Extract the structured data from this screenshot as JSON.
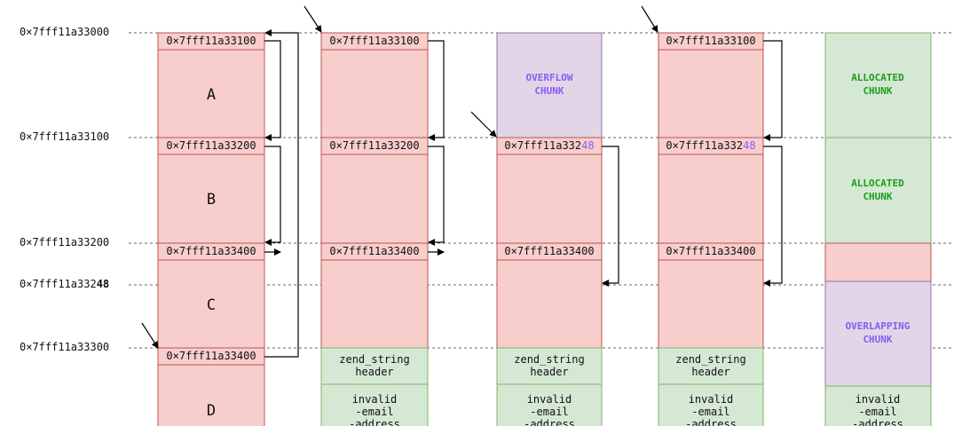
{
  "addresses": {
    "a3000": "0×7fff11a33000",
    "a3100": "0×7fff11a33100",
    "a3200": "0×7fff11a33200",
    "a3248_prefix": "0×7fff11a332",
    "a3248_suffix": "48",
    "a3300": "0×7fff11a33300"
  },
  "pointers": {
    "p3100": "0×7fff11a33100",
    "p3200": "0×7fff11a33200",
    "p3400": "0×7fff11a33400",
    "p3248_prefix": "0×7fff11a332",
    "p3248_suffix": "48"
  },
  "chunk_letters": {
    "a": "A",
    "b": "B",
    "c": "C",
    "d": "D"
  },
  "labels": {
    "overflow_1": "OVERFLOW",
    "overflow_2": "CHUNK",
    "allocated_1": "ALLOCATED",
    "allocated_2": "CHUNK",
    "overlapping_1": "OVERLAPPING",
    "overlapping_2": "CHUNK",
    "zend_1": "zend_string",
    "zend_2": "header",
    "invalid_1": "invalid",
    "invalid_2": "-email",
    "invalid_3": "-address"
  },
  "colors": {
    "red_fill": "#f8cecc",
    "red_stroke": "#b85450",
    "green_fill": "#d5e8d4",
    "green_stroke": "#82b366",
    "purple_fill": "#e1d5e7",
    "purple_stroke": "#9673a6",
    "purple_text": "#8a5cf5",
    "green_text": "#1a9e1a"
  }
}
